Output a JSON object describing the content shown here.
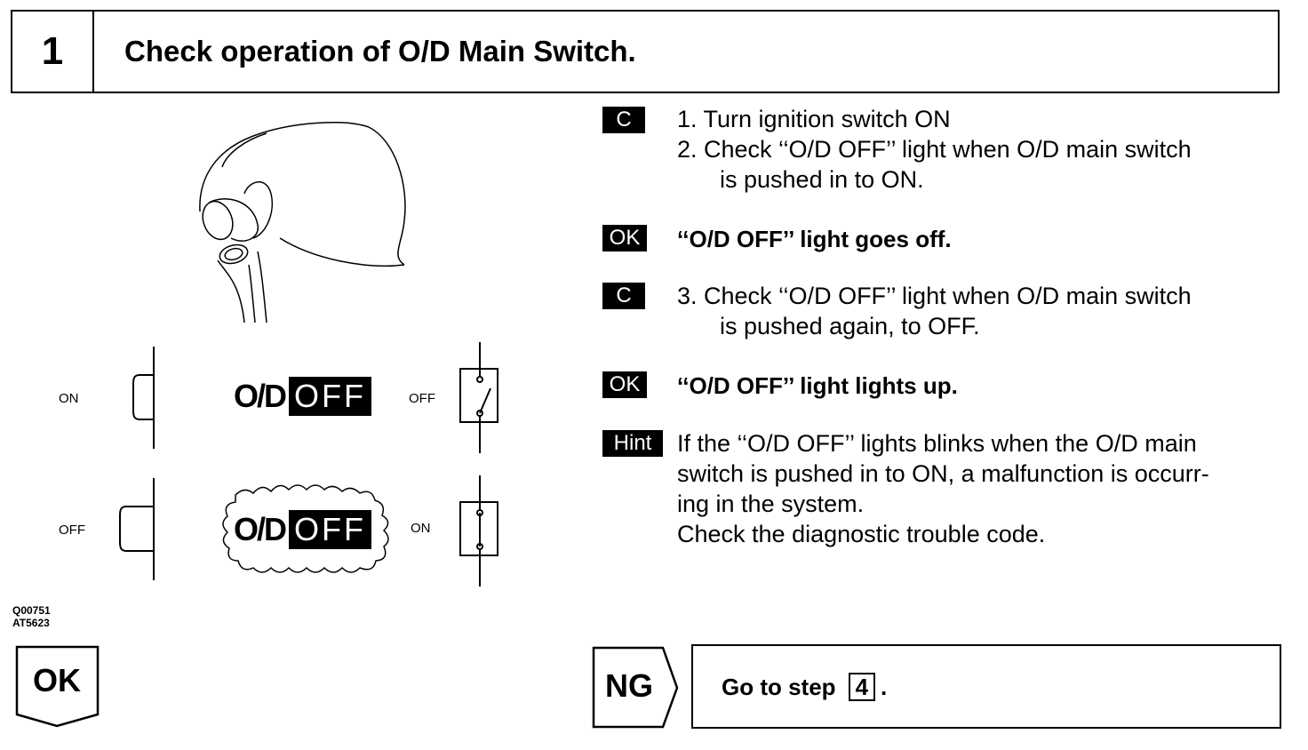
{
  "header": {
    "step_number": "1",
    "title": "Check operation of O/D Main Switch."
  },
  "diagram": {
    "indicator_text": "O/D",
    "indicator_off": "OFF",
    "row1": {
      "button_state": "ON",
      "switch_state": "OFF"
    },
    "row2": {
      "button_state": "OFF",
      "switch_state": "ON"
    },
    "ref_codes": [
      "Q00751",
      "AT5623"
    ]
  },
  "tags": {
    "check": "C",
    "ok": "OK",
    "hint": "Hint"
  },
  "steps": {
    "s1": "1.  Turn ignition switch ON",
    "s2_line1": "2.  Check ‘‘O/D OFF’’ light when O/D main switch",
    "s2_line2": "is pushed in to ON.",
    "r1": "‘‘O/D OFF’’ light goes off.",
    "s3_line1": "3.  Check ‘‘O/D OFF’’ light when O/D main switch",
    "s3_line2": "is pushed again, to OFF.",
    "r2": "‘‘O/D OFF’’ light lights up."
  },
  "hint": {
    "line1": "If the ‘‘O/D OFF’’ lights blinks when the O/D main",
    "line2": "switch is pushed in to ON, a malfunction is occurr-",
    "line3": "ing in the system.",
    "line4": "Check the diagnostic trouble code."
  },
  "footer": {
    "ok_label": "OK",
    "ng_label": "NG",
    "goto_text": "Go to step",
    "goto_step": "4",
    "goto_period": "."
  }
}
